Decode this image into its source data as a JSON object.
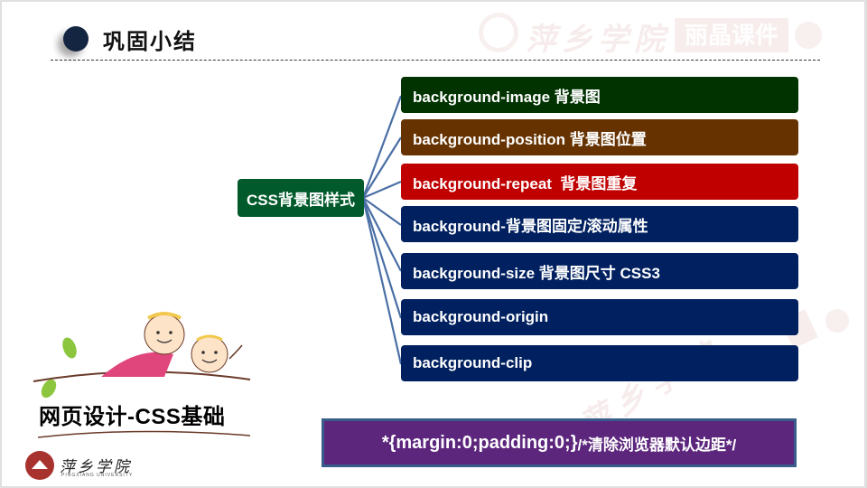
{
  "slide": {
    "title": "巩固小结",
    "watermark": {
      "school_name": "萍乡学院",
      "badge": "丽晶课件"
    }
  },
  "mindmap": {
    "root": {
      "label": "CSS背景图样式",
      "color": "#005a2b"
    },
    "branches": [
      {
        "label": "background-image 背景图",
        "color": "#003300"
      },
      {
        "label": "background-position 背景图位置",
        "color": "#663300"
      },
      {
        "label": "background-repeat  背景图重复",
        "color": "#c00000"
      },
      {
        "label": "background-背景图固定/滚动属性",
        "color": "#002060"
      },
      {
        "label": "background-size 背景图尺寸 CSS3",
        "color": "#002060"
      },
      {
        "label": "background-origin",
        "color": "#002060"
      },
      {
        "label": "background-clip",
        "color": "#002060"
      }
    ],
    "connector_color": "#4a6fa5"
  },
  "code_note": {
    "code": "*{margin:0;padding:0;}",
    "comment": "/*清除浏览器默认边距*/",
    "background": "#5c267d",
    "border": "#385d8a"
  },
  "course": {
    "label": "网页设计-CSS基础"
  },
  "logo": {
    "name": "萍乡学院",
    "subtitle": "PINGXIANG UNIVERSITY"
  }
}
